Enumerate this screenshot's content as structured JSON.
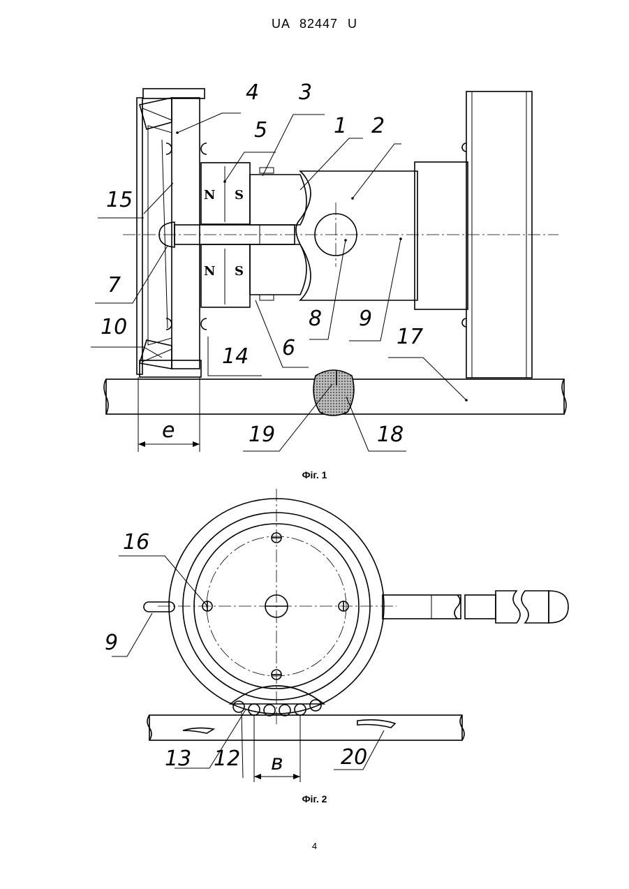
{
  "header": {
    "doc_number": "UA   82447   U"
  },
  "figure1": {
    "caption": "Фіг. 1",
    "labels": {
      "l1": "1",
      "l2": "2",
      "l3": "3",
      "l4": "4",
      "l5": "5",
      "l6": "6",
      "l7": "7",
      "l8": "8",
      "l9": "9",
      "l10": "10",
      "l14": "14",
      "l15": "15",
      "l17": "17",
      "l18": "18",
      "l19": "19",
      "dim_e": "e"
    },
    "poles": {
      "n_top": "N",
      "s_top": "S",
      "n_bottom": "N",
      "s_bottom": "S"
    }
  },
  "figure2": {
    "caption": "Фіг. 2",
    "labels": {
      "l9": "9",
      "l12": "12",
      "l13": "13",
      "l16": "16",
      "l20": "20",
      "dim_b": "в"
    }
  },
  "page": {
    "number": "4"
  }
}
